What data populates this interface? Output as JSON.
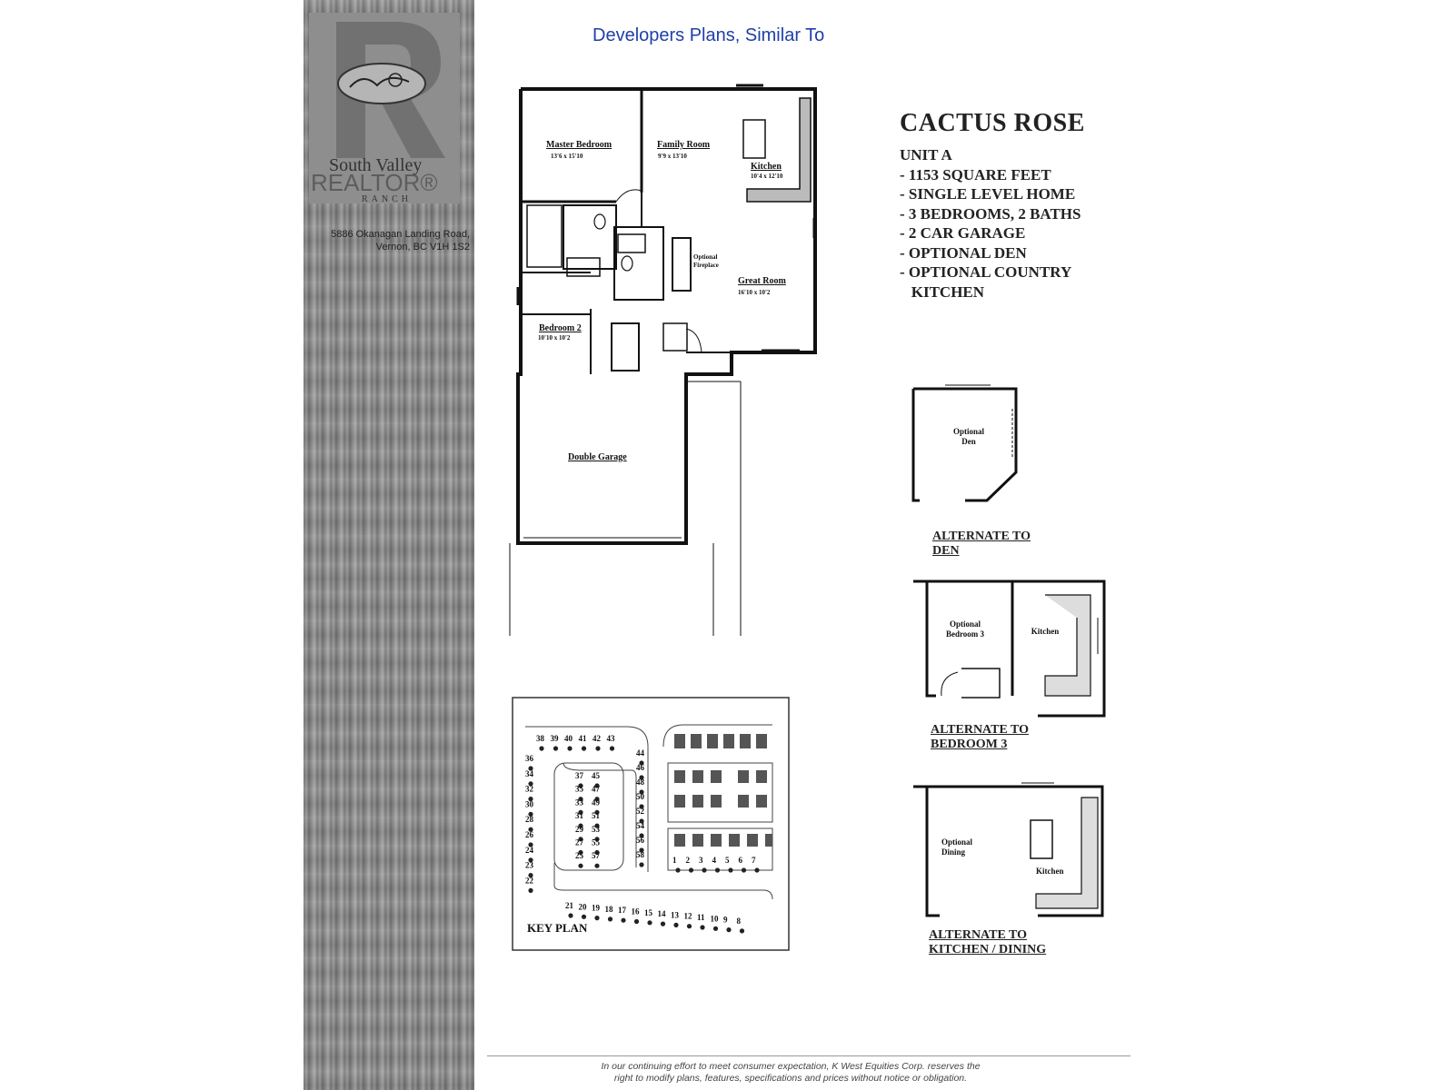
{
  "header": {
    "note": "Developers Plans, Similar To"
  },
  "brand": {
    "logo_text": "South Valley",
    "logo_sub": "RANCH",
    "realtor": "REALTOR®",
    "address_line1": "5886 Okanagan Landing Road,",
    "address_line2": "Vernon, BC V1H 1S2"
  },
  "plan": {
    "title": "CACTUS ROSE",
    "unit": "UNIT A",
    "features": [
      "- 1153 SQUARE FEET",
      "- SINGLE LEVEL HOME",
      "- 3 BEDROOMS, 2 BATHS",
      "- 2 CAR GARAGE",
      "- OPTIONAL DEN",
      "- OPTIONAL COUNTRY",
      "   KITCHEN"
    ]
  },
  "floorplan": {
    "master": "Master Bedroom",
    "master_dim": "13'6 x 15'10",
    "family": "Family Room",
    "family_dim": "9'9 x 13'10",
    "kitchen": "Kitchen",
    "kitchen_dim": "10'4 x 12'10",
    "fireplace1": "Optional",
    "fireplace2": "Fireplace",
    "great": "Great Room",
    "great_dim": "16'10 x 10'2",
    "bed2": "Bedroom 2",
    "bed2_dim": "10'10 x 10'2",
    "garage": "Double Garage"
  },
  "alternates": {
    "den_label1": "Optional",
    "den_label2": "Den",
    "den_cap1": "ALTERNATE TO",
    "den_cap2": "DEN",
    "bed3_label1": "Optional",
    "bed3_label2": "Bedroom 3",
    "bed3_kitchen": "Kitchen",
    "bed3_cap1": "ALTERNATE TO",
    "bed3_cap2": "BEDROOM 3",
    "dining_label1": "Optional",
    "dining_label2": "Dining",
    "dining_kitchen": "Kitchen",
    "dining_cap1": "ALTERNATE TO",
    "dining_cap2": "KITCHEN / DINING"
  },
  "keyplan": {
    "title": "KEY PLAN",
    "top_row": [
      "38",
      "39",
      "40",
      "41",
      "42",
      "43"
    ],
    "left_col": [
      "36",
      "34",
      "32",
      "30",
      "28",
      "26",
      "24",
      "23",
      "22"
    ],
    "inner_a": [
      "37",
      "35",
      "33",
      "31",
      "29",
      "27",
      "25"
    ],
    "inner_b": [
      "45",
      "47",
      "49",
      "51",
      "53",
      "55",
      "57"
    ],
    "mid_col": [
      "44",
      "46",
      "48",
      "50",
      "52",
      "54",
      "56",
      "58"
    ],
    "right_row": [
      "1",
      "2",
      "3",
      "4",
      "5",
      "6",
      "7"
    ],
    "bottom_row": [
      "21",
      "20",
      "19",
      "18",
      "17",
      "16",
      "15",
      "14",
      "13",
      "12",
      "11",
      "10",
      "9",
      "8"
    ]
  },
  "footer": {
    "line1": "In our continuing effort to meet consumer expectation, K West Equities Corp. reserves the",
    "line2": "right to modify plans, features, specifications and prices without notice or obligation."
  }
}
